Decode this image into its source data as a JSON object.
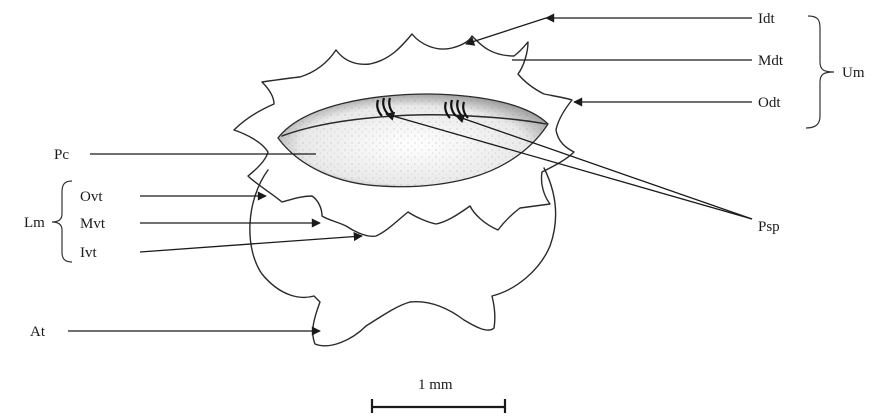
{
  "labels": {
    "idt": "Idt",
    "mdt": "Mdt",
    "odt": "Odt",
    "um": "Um",
    "pc": "Pc",
    "ovt": "Ovt",
    "mvt": "Mvt",
    "ivt": "Ivt",
    "lm": "Lm",
    "psp": "Psp",
    "at": "At"
  },
  "scale_bar": {
    "label": "1 mm"
  }
}
